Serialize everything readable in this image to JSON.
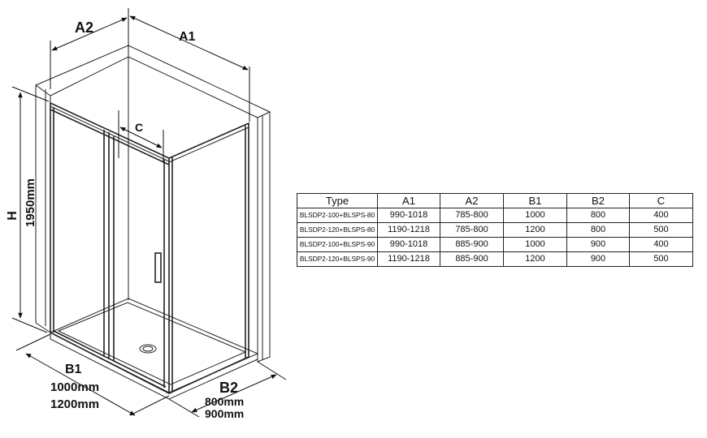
{
  "labels": {
    "a1": "A1",
    "a2": "A2",
    "c": "C",
    "h": "H",
    "h_value": "1950mm",
    "b1": "B1",
    "b1_values": [
      "1000mm",
      "1200mm"
    ],
    "b2": "B2",
    "b2_values": [
      "800mm",
      "900mm"
    ]
  },
  "table": {
    "headers": [
      "Type",
      "A1",
      "A2",
      "B1",
      "B2",
      "C"
    ],
    "rows": [
      [
        "BLSDP2-100+BLSPS-80",
        "990-1018",
        "785-800",
        "1000",
        "800",
        "400"
      ],
      [
        "BLSDP2-120+BLSPS-80",
        "1190-1218",
        "785-800",
        "1200",
        "800",
        "500"
      ],
      [
        "BLSDP2-100+BLSPS-90",
        "990-1018",
        "885-900",
        "1000",
        "900",
        "400"
      ],
      [
        "BLSDP2-120+BLSPS-90",
        "1190-1218",
        "885-900",
        "1200",
        "900",
        "500"
      ]
    ]
  }
}
